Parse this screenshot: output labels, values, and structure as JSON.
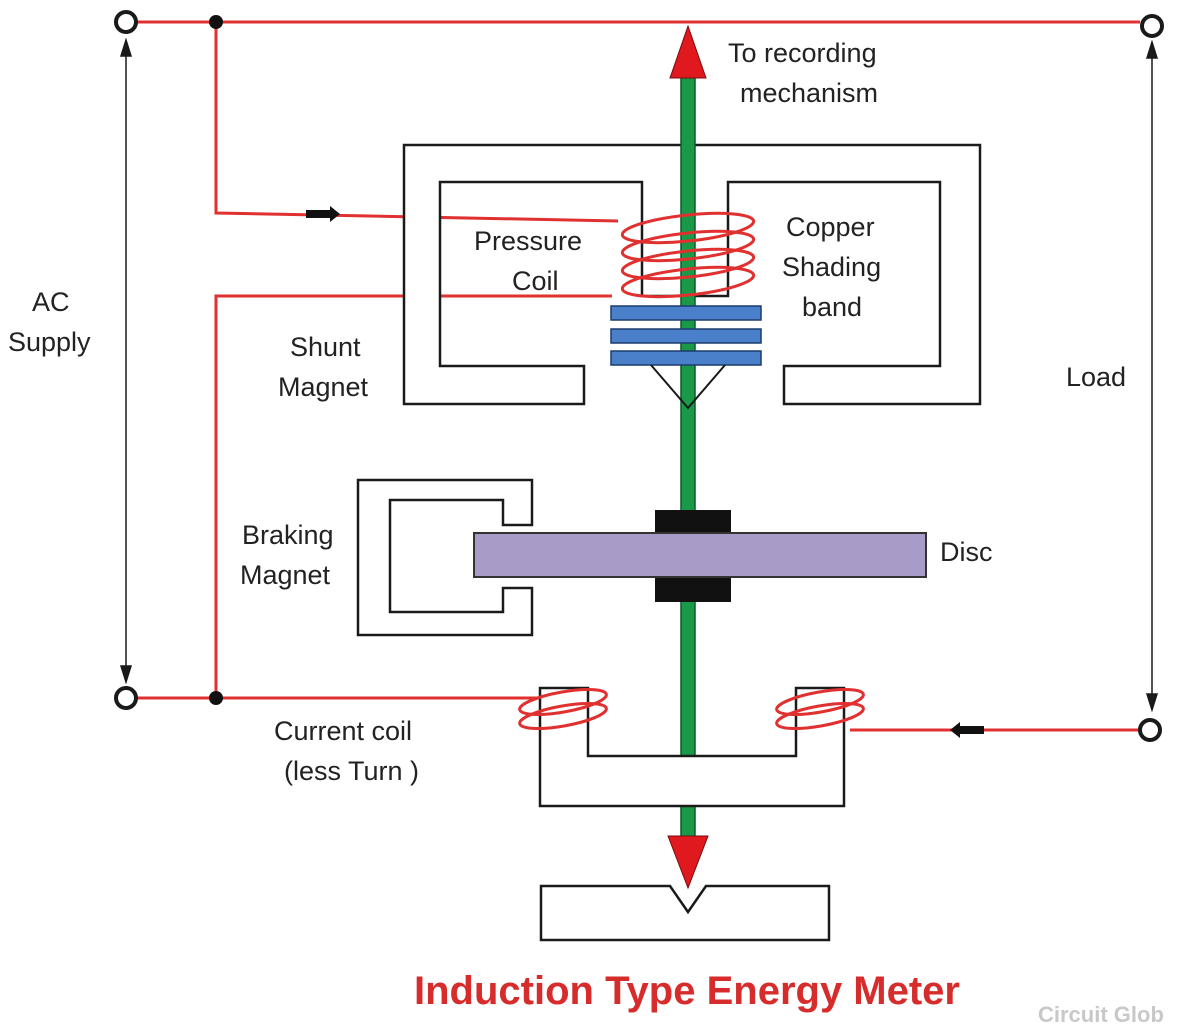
{
  "labels": {
    "recording_line1": "To recording",
    "recording_line2": "mechanism",
    "ac_line1": "AC",
    "ac_line2": "Supply",
    "pressure_line1": "Pressure",
    "pressure_line2": "Coil",
    "copper_line1": "Copper",
    "copper_line2": "Shading",
    "copper_line3": "band",
    "shunt_line1": "Shunt",
    "shunt_line2": "Magnet",
    "load": "Load",
    "braking_line1": "Braking",
    "braking_line2": "Magnet",
    "disc": "Disc",
    "current_line1": "Current coil",
    "current_line2": "(less Turn )"
  },
  "title": "Induction Type Energy Meter",
  "watermark": "Circuit Glob",
  "colors": {
    "wire": "#e0302f",
    "shaft": "#1a9a48",
    "arrow": "#e0191f",
    "band": "#4a7fc9",
    "disc": "#a99bc8",
    "title": "#d72c2c",
    "outline": "#1a1a1a"
  }
}
